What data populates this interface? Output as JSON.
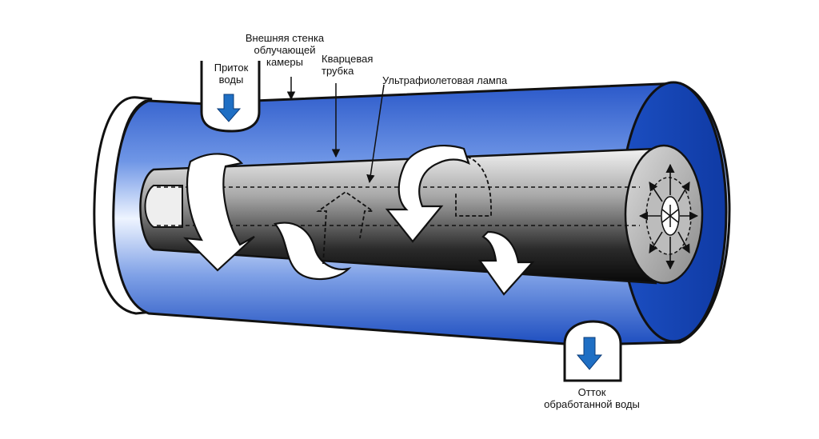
{
  "labels": {
    "inlet": "Приток\nводы",
    "outer_wall": "Внешняя стенка\nоблучающей\nкамеры",
    "quartz_tube": "Кварцевая\nтрубка",
    "uv_lamp": "Ультрафиолетовая лампа",
    "outlet": "Отток\nобработанной воды"
  },
  "colors": {
    "water_dark": "#1f55c8",
    "water_light": "#e8f0ff",
    "flow_arrow": "#1f6fc4",
    "outline": "#111111",
    "lamp_dark": "#111111",
    "lamp_light": "#d9d9d9"
  }
}
